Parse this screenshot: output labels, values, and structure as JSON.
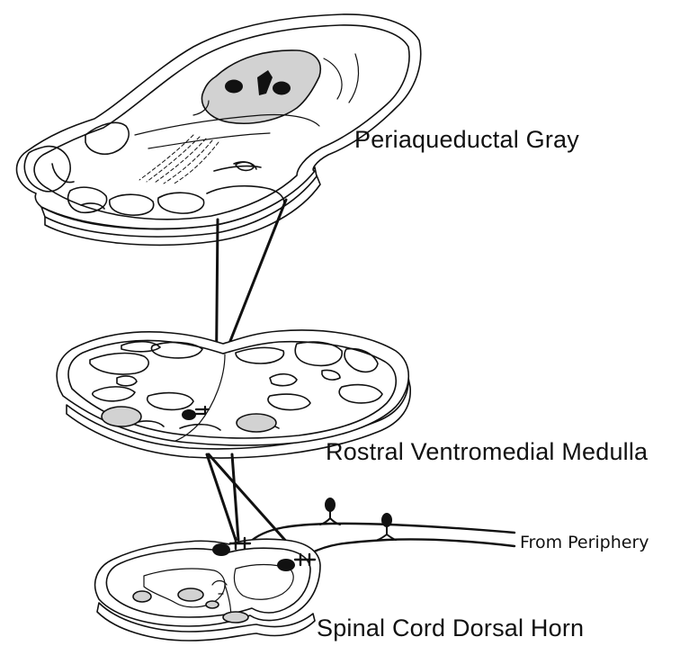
{
  "labels": {
    "pag": "Periaqueductal Gray",
    "rvm": "Rostral Ventromedial Medulla",
    "scdh": "Spinal Cord Dorsal Horn",
    "periphery": "From Periphery"
  },
  "colors": {
    "stroke": "#111111",
    "gray_fill": "#d2d2d2",
    "background": "#ffffff"
  }
}
